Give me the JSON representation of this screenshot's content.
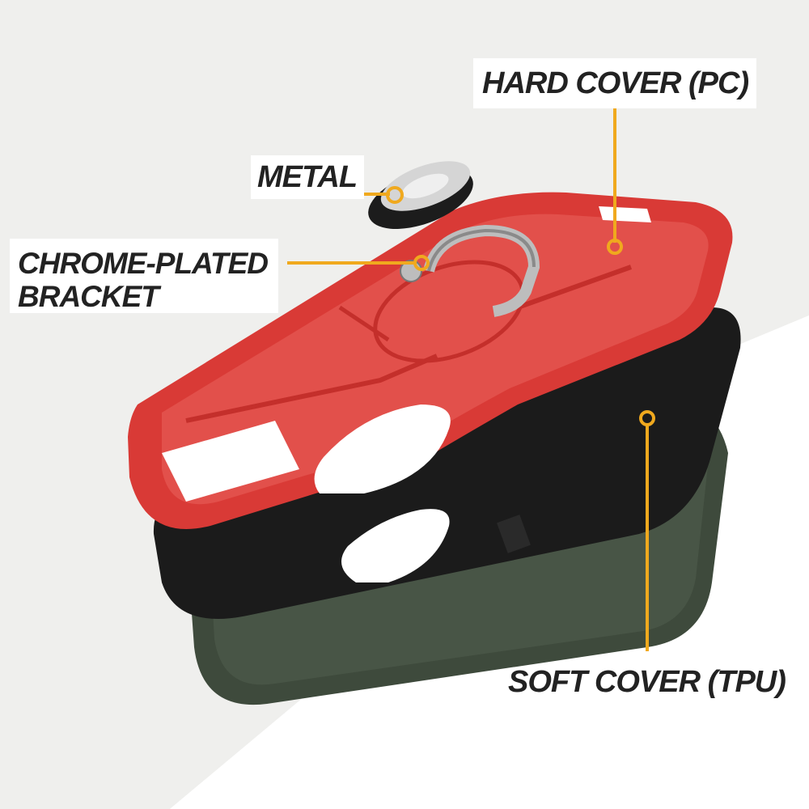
{
  "image": {
    "subject": "Exploded view of a layered phone case with ring kickstand",
    "background_colors": {
      "light_gray": "#efefed",
      "white": "#ffffff"
    },
    "accent_color": "#f0a91e"
  },
  "callouts": [
    {
      "id": "hard-cover",
      "label": "HARD COVER (PC)"
    },
    {
      "id": "metal",
      "label": "METAL"
    },
    {
      "id": "bracket",
      "label_line1": "CHROME-PLATED",
      "label_line2": "BRACKET"
    },
    {
      "id": "soft-cover",
      "label": "SOFT COVER (TPU)"
    }
  ],
  "parts": {
    "hard_cover_color": "#d93a36",
    "soft_cover_color": "#1b1b1b",
    "phone_color": "#3e4a3c",
    "ring_color": "#c8c8c8"
  }
}
